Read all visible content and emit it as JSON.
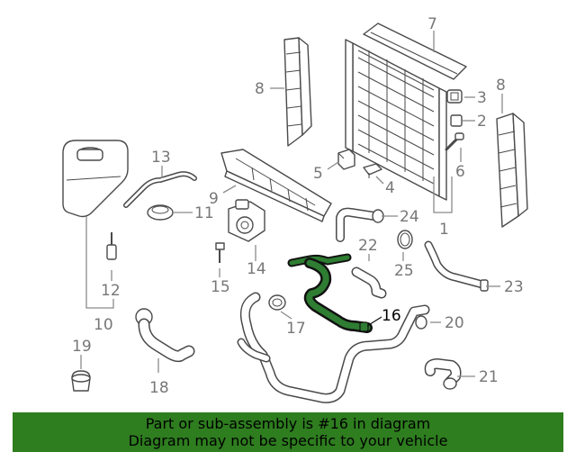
{
  "callouts": {
    "c1": "1",
    "c2": "2",
    "c3": "3",
    "c4": "4",
    "c5": "5",
    "c6": "6",
    "c7": "7",
    "c8a": "8",
    "c8b": "8",
    "c9": "9",
    "c10": "10",
    "c11": "11",
    "c12": "12",
    "c13": "13",
    "c14": "14",
    "c15": "15",
    "c16": "16",
    "c17": "17",
    "c18": "18",
    "c19": "19",
    "c20": "20",
    "c21": "21",
    "c22": "22",
    "c23": "23",
    "c24": "24",
    "c25": "25"
  },
  "highlight_color": "#2e7d32",
  "banner": {
    "line1": "Part or sub-assembly is #16 in diagram",
    "line2": "Diagram may not be specific to your vehicle",
    "color": "#2e7d1f"
  }
}
